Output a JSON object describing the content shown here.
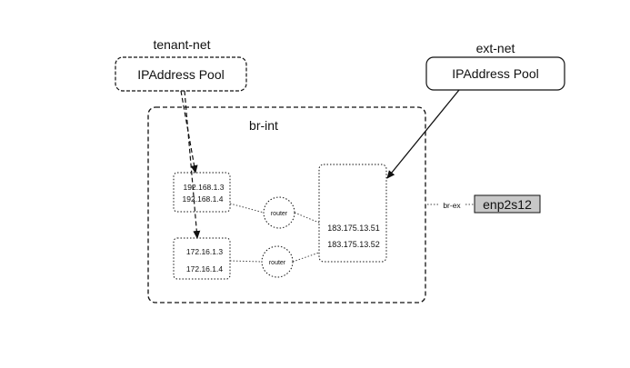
{
  "tenant_net": {
    "title": "tenant-net",
    "pool_label": "IPAddress Pool"
  },
  "ext_net": {
    "title": "ext-net",
    "pool_label": "IPAddress Pool"
  },
  "br_int": {
    "label": "br-int",
    "subnet_top": [
      "192.168.1.3",
      "192.168.1.4"
    ],
    "subnet_bottom": [
      "172.16.1.3",
      "172.16.1.4"
    ],
    "router_top_label": "router",
    "router_bottom_label": "router",
    "external_ips": [
      "183.175.13.51",
      "183.175.13.52"
    ]
  },
  "br_ex": {
    "label": "br-ex",
    "nic_label": "enp2s12",
    "nic_fill": "#c8c8c8"
  }
}
